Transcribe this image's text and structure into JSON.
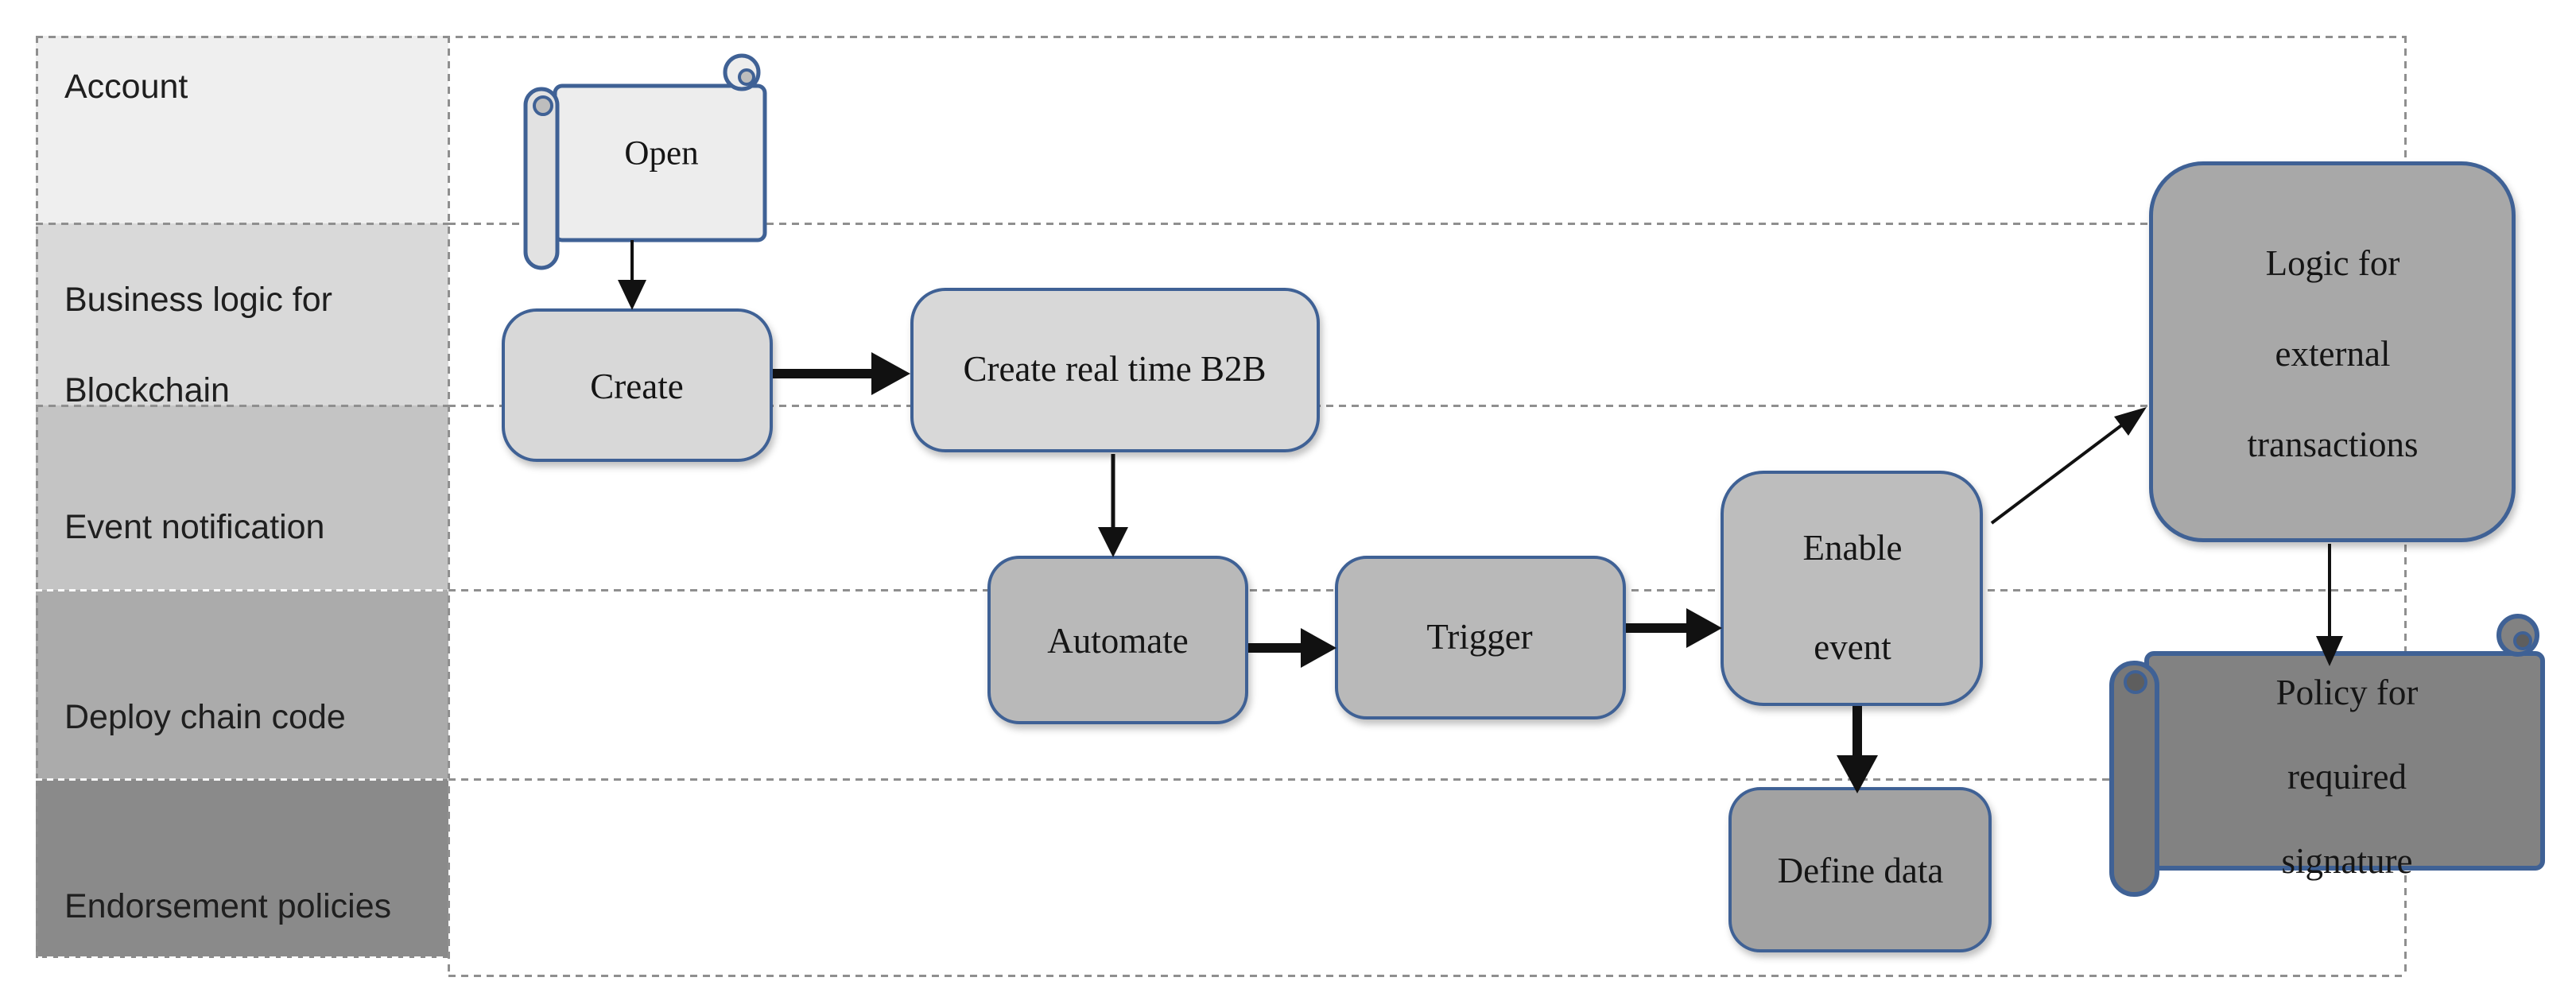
{
  "lanes": [
    {
      "label": "Account",
      "fill": "#efefef"
    },
    {
      "label": "Business logic for\nBlockchain",
      "fill": "#d9d9d9"
    },
    {
      "label": "Event notification",
      "fill": "#c4c4c4"
    },
    {
      "label": "Deploy chain code",
      "fill": "#ababab"
    },
    {
      "label": "Endorsement policies",
      "fill": "#8a8a8a"
    }
  ],
  "nodes": {
    "open": {
      "label": "Open",
      "shape": "scroll",
      "fill": "#ededed"
    },
    "create": {
      "label": "Create",
      "shape": "rounded-rectangle",
      "fill": "#d8d8d8"
    },
    "b2b": {
      "label": "Create real time B2B",
      "shape": "rounded-rectangle",
      "fill": "#d8d8d8"
    },
    "automate": {
      "label": "Automate",
      "shape": "rounded-rectangle",
      "fill": "#b9b9b9"
    },
    "trigger": {
      "label": "Trigger",
      "shape": "rounded-rectangle",
      "fill": "#b9b9b9"
    },
    "enable": {
      "label": "Enable\nevent",
      "shape": "rounded-rectangle",
      "fill": "#bdbdbd"
    },
    "define": {
      "label": "Define data",
      "shape": "rounded-rectangle",
      "fill": "#a2a2a2"
    },
    "logic": {
      "label": "Logic for\nexternal\ntransactions",
      "shape": "rounded-rectangle",
      "fill": "#a8a8a8"
    },
    "policy": {
      "label": "Policy for required\nsignature",
      "shape": "scroll",
      "fill": "#828282"
    }
  },
  "connections": [
    {
      "from": "Open",
      "to": "Create",
      "style": "thin"
    },
    {
      "from": "Create",
      "to": "Create real time B2B",
      "style": "thick"
    },
    {
      "from": "Create real time B2B",
      "to": "Automate",
      "style": "thin"
    },
    {
      "from": "Automate",
      "to": "Trigger",
      "style": "thick"
    },
    {
      "from": "Trigger",
      "to": "Enable event",
      "style": "thick"
    },
    {
      "from": "Enable event",
      "to": "Define data",
      "style": "thick"
    },
    {
      "from": "Enable event",
      "to": "Logic for external transactions",
      "style": "thin"
    },
    {
      "from": "Logic for external transactions",
      "to": "Policy for required signature",
      "style": "thin"
    }
  ],
  "colors": {
    "shape_border": "#3f6195",
    "arrow": "#111111",
    "dashed_line": "#8f8f8f",
    "scroll_roll_open": "#e2e2e2",
    "scroll_curl_open": "#bdbdbd",
    "scroll_roll_policy": "#787878",
    "scroll_curl_policy": "#5e5e5e"
  }
}
